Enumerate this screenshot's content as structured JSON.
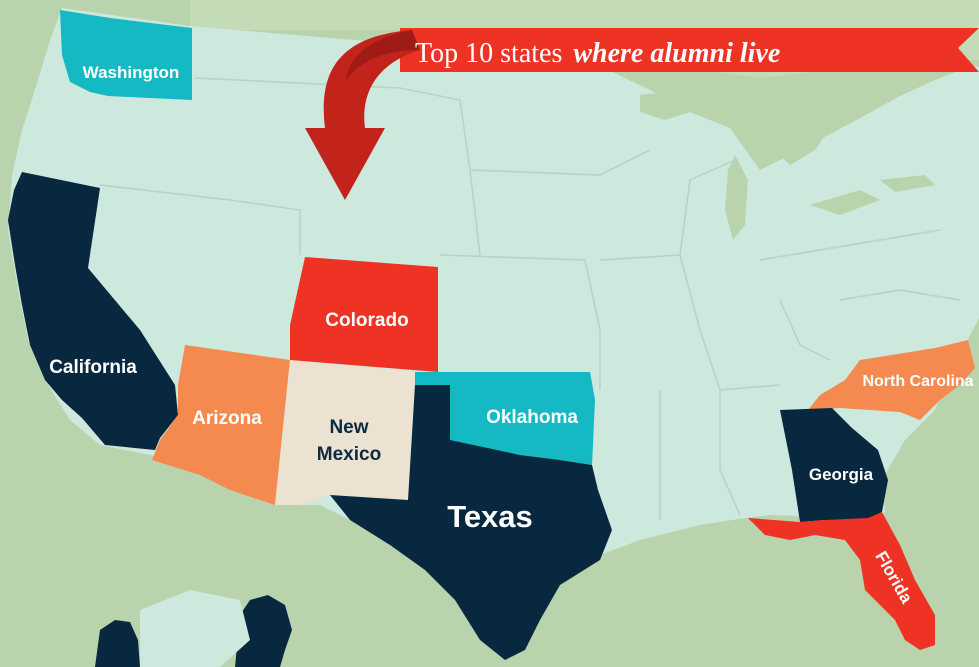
{
  "banner": {
    "text_normal": "Top 10 states ",
    "text_italic": "where alumni live"
  },
  "states": [
    {
      "id": "washington",
      "label": "Washington",
      "color": "#14b9c4"
    },
    {
      "id": "california",
      "label": "California",
      "color": "#08283f"
    },
    {
      "id": "colorado",
      "label": "Colorado",
      "color": "#ee3224"
    },
    {
      "id": "arizona",
      "label": "Arizona",
      "color": "#f58a50"
    },
    {
      "id": "new-mexico",
      "label_line1": "New",
      "label_line2": "Mexico",
      "color": "#ece2d1"
    },
    {
      "id": "oklahoma",
      "label": "Oklahoma",
      "color": "#14b9c4"
    },
    {
      "id": "texas",
      "label": "Texas",
      "color": "#08283f"
    },
    {
      "id": "north-carolina",
      "label": "North Carolina",
      "color": "#f58a50"
    },
    {
      "id": "georgia",
      "label": "Georgia",
      "color": "#08283f"
    },
    {
      "id": "florida",
      "label": "Florida",
      "color": "#ee3224"
    }
  ],
  "colors": {
    "land": "#cde8dc",
    "background": "#b9d3ad",
    "border": "#b6d3c6",
    "banner": "#ee3224",
    "banner_shadow": "#9e1c15"
  }
}
